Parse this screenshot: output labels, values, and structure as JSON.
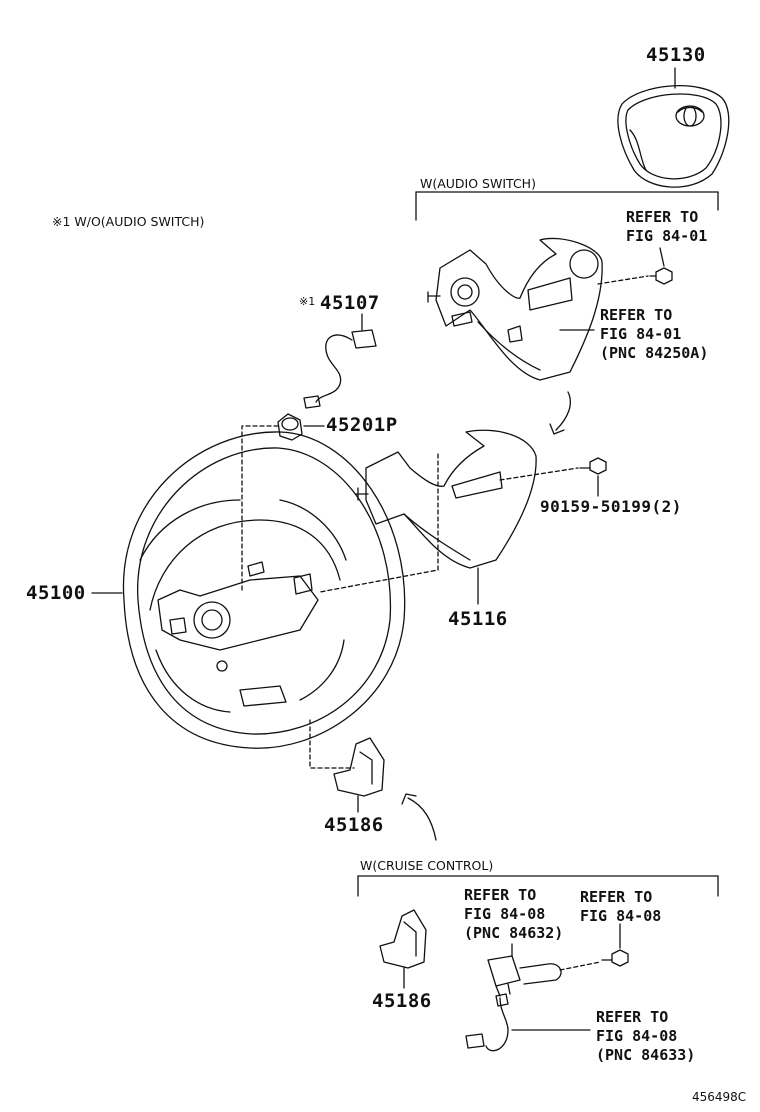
{
  "parts": {
    "airbag": "45130",
    "wire": "45107",
    "nut": "45201P",
    "wheel": "45100",
    "cover_lower": "45116",
    "screw": "90159-50199(2)",
    "cover_a": "45186",
    "cover_b": "45186"
  },
  "mark": "※1",
  "note": "※1 W/O(AUDIO SWITCH)",
  "groups": {
    "audio": "W(AUDIO SWITCH)",
    "cruise": "W(CRUISE CONTROL)"
  },
  "refs": {
    "audio_1": [
      "REFER TO",
      "FIG 84-01"
    ],
    "audio_2": [
      "REFER TO",
      "FIG 84-01",
      "(PNC 84250A)"
    ],
    "cruise_1": [
      "REFER TO",
      "FIG 84-08",
      "(PNC 84632)"
    ],
    "cruise_2": [
      "REFER TO",
      "FIG 84-08"
    ],
    "cruise_3": [
      "REFER TO",
      "FIG 84-08",
      "(PNC 84633)"
    ]
  },
  "diagram_id": "456498C"
}
